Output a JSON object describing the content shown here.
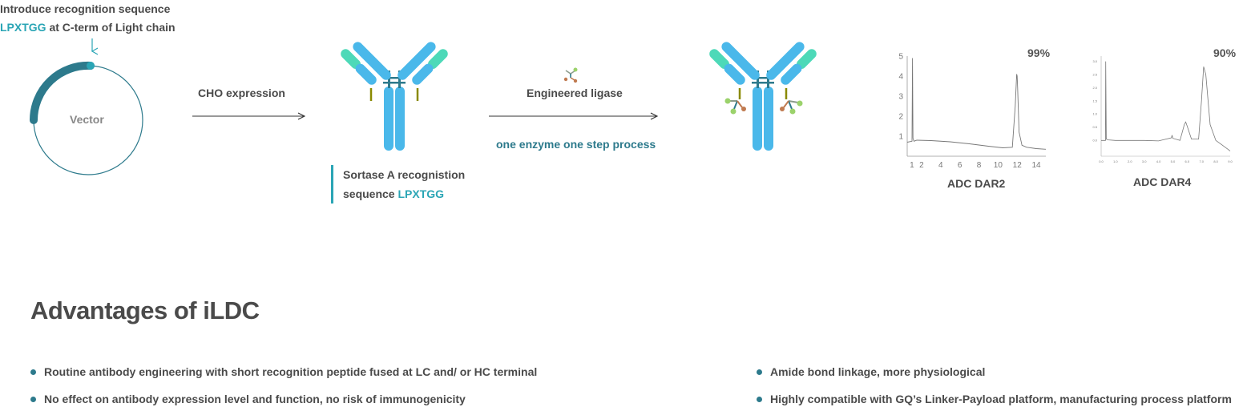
{
  "intro": {
    "line1": "Introduce recognition sequence",
    "highlight": "LPXTGG",
    "line2_rest": " at C-term of Light chain"
  },
  "vector_label": "Vector",
  "cho_label": "CHO expression",
  "sortase": {
    "line1": "Sortase A recognistion",
    "line2_prefix": "sequence ",
    "line2_highlight": "LPXTGG"
  },
  "ligase": {
    "label": "Engineered ligase",
    "process": "one enzyme one step process"
  },
  "chart_data": [
    {
      "type": "line",
      "title": "ADC DAR2",
      "annotation": "99%",
      "x_ticks": [
        "1",
        "2",
        "4",
        "6",
        "8",
        "10",
        "12",
        "14"
      ],
      "y_ticks": [
        "1",
        "2",
        "3",
        "4",
        "5"
      ],
      "xlim": [
        0.5,
        15
      ],
      "ylim": [
        0,
        5
      ],
      "series": [
        {
          "x": [
            0.5,
            1.0,
            1.05,
            1.1,
            1.2,
            1.5,
            3,
            5,
            7,
            9,
            10.5,
            11.5,
            11.8,
            11.95,
            12.0,
            12.05,
            12.2,
            12.5,
            13,
            14,
            15
          ],
          "values": [
            0.7,
            0.75,
            4.9,
            0.9,
            0.75,
            0.8,
            0.78,
            0.72,
            0.62,
            0.5,
            0.42,
            0.45,
            2.5,
            4.1,
            4.0,
            3.4,
            1.2,
            0.55,
            0.45,
            0.38,
            0.35
          ]
        }
      ]
    },
    {
      "type": "line",
      "title": "ADC DAR4",
      "annotation": "90%",
      "x_ticks": [
        "0.0",
        "1.0",
        "2.0",
        "3.0",
        "4.0",
        "5.0",
        "6.0",
        "7.0",
        "8.0",
        "9.0"
      ],
      "y_ticks": [
        "0.0",
        "0.5",
        "1.0",
        "1.5",
        "2.0",
        "2.5",
        "3.0"
      ],
      "xlim": [
        0,
        9
      ],
      "ylim": [
        -0.6,
        3.2
      ],
      "series": [
        {
          "x": [
            0,
            0.3,
            0.32,
            0.36,
            0.5,
            1,
            2,
            3,
            4,
            4.9,
            4.95,
            5.0,
            5.5,
            5.8,
            5.9,
            6.0,
            6.3,
            6.8,
            7.0,
            7.15,
            7.3,
            7.6,
            8,
            8.5,
            9
          ],
          "values": [
            0.0,
            0.0,
            3.0,
            0.05,
            0.02,
            0.0,
            0.0,
            0.0,
            -0.02,
            0.1,
            0.2,
            0.08,
            0.0,
            0.6,
            0.7,
            0.55,
            0.05,
            0.05,
            1.5,
            2.8,
            2.5,
            0.6,
            0.0,
            -0.2,
            -0.4
          ]
        }
      ]
    }
  ],
  "advantages_title": "Advantages of iLDC",
  "advantages": [
    "Routine antibody engineering with short recognition peptide fused at LC and/ or HC terminal",
    "No effect on antibody expression level and function, no risk of immunogenicity",
    "Amide bond linkage, more physiological",
    "Highly compatible with GQ’s Linker-Payload platform, manufacturing process platform"
  ],
  "colors": {
    "teal_dark": "#2d7a8c",
    "teal_light": "#2aa5b5",
    "antibody_blue": "#4ab8ea",
    "antibody_green": "#4dd9b8",
    "linker_olive": "#8a8a00"
  }
}
